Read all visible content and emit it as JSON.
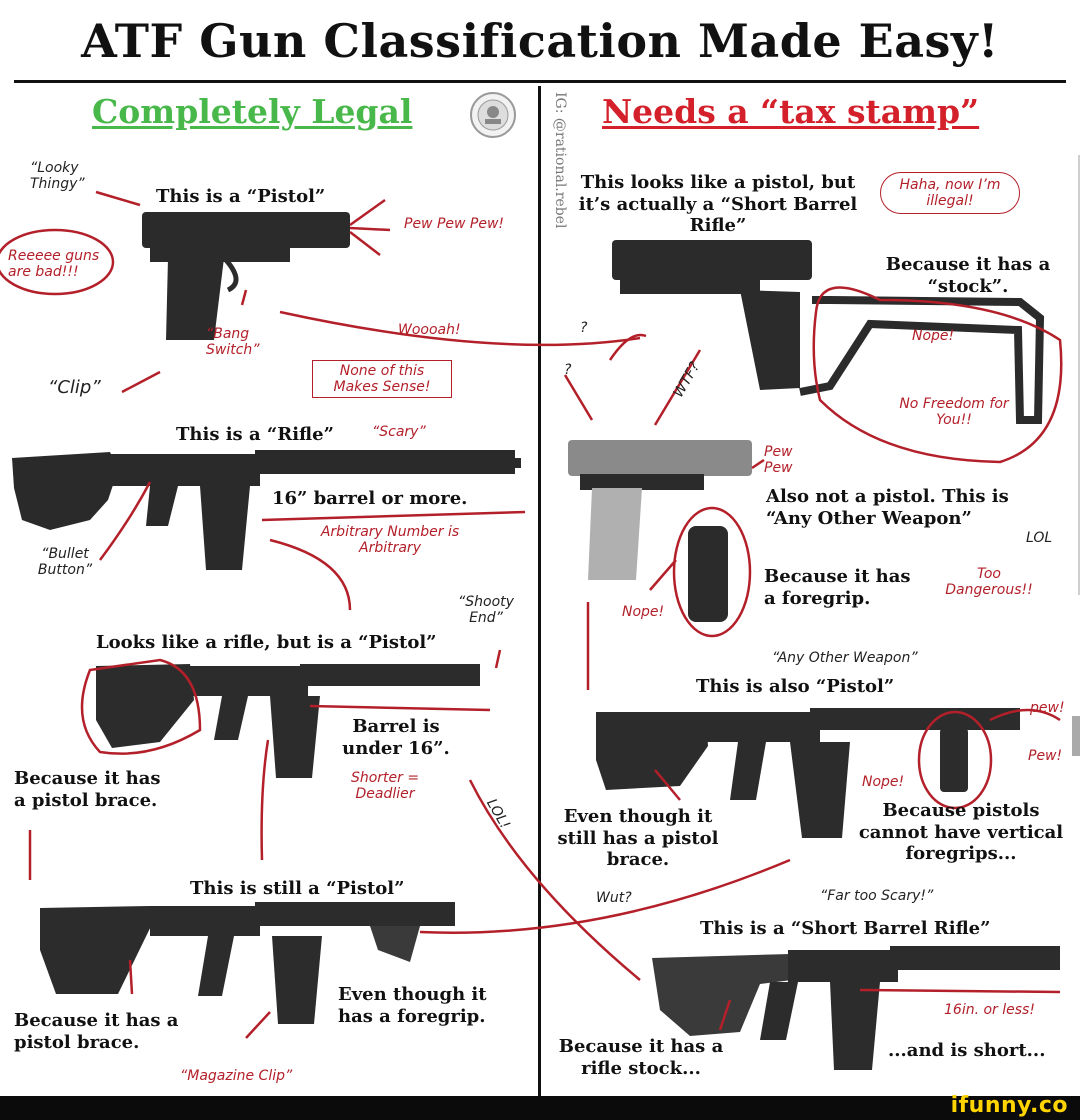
{
  "header": {
    "title": "ATF Gun Classification Made Easy!",
    "left_heading": "Completely Legal",
    "right_heading": "Needs a “tax stamp”",
    "watermark": "IG: @rational.rebel"
  },
  "left": {
    "pistol": {
      "caption": "This is a “Pistol”",
      "notes": {
        "looky_thingy": "“Looky Thingy”",
        "reeee": "Reeeee guns are bad!!!",
        "pew": "Pew Pew Pew!",
        "bang_switch": "“Bang Switch”",
        "clip": "“Clip”",
        "woooah": "Woooah!",
        "none_sense": "None of this Makes Sense!"
      }
    },
    "rifle": {
      "caption": "This is a “Rifle”",
      "scary": "“Scary”",
      "barrel": "16” barrel or more.",
      "arbitrary": "Arbitrary Number is Arbitrary",
      "bullet_button": "“Bullet Button”",
      "shooty_end": "“Shooty End”"
    },
    "ar_pistol": {
      "caption": "Looks like a rifle, but is a “Pistol”",
      "barrel": "Barrel is under 16”.",
      "brace": "Because it has a pistol brace.",
      "shorter": "Shorter = Deadlier",
      "lol": "LOL!"
    },
    "ar_pistol_foregrip": {
      "caption": "This is still a “Pistol”",
      "foregrip": "Even though it has a foregrip.",
      "brace": "Because it has a pistol brace.",
      "magazine_clip": "“Magazine Clip”"
    }
  },
  "right": {
    "sbr_pistol": {
      "caption": "This looks like a pistol, but it’s actually a “Short Barrel Rifle”",
      "haha": "Haha, now I’m illegal!",
      "stock": "Because it has a “stock”.",
      "nope": "Nope!",
      "no_freedom": "No Freedom for You!!",
      "q1": "?",
      "q2": "?",
      "wtf": "WTF?"
    },
    "aow_pistol": {
      "pew": "Pew Pew",
      "caption": "Also not a pistol. This is “Any Other Weapon”",
      "lol": "LOL",
      "foregrip": "Because it has a foregrip.",
      "too_dangerous": "Too Dangerous!!",
      "nope": "Nope!"
    },
    "aow_ar": {
      "any_other": "“Any Other Weapon”",
      "caption": "This is also “Pistol”",
      "pew": "pew!",
      "pew2": "Pew!",
      "nope": "Nope!",
      "brace": "Even though it still has a pistol brace.",
      "vertical": "Because pistols cannot have vertical foregrips...",
      "wut": "Wut?"
    },
    "sbr_ar": {
      "far_scary": "“Far too Scary!”",
      "caption": "This is a “Short Barrel Rifle”",
      "less": "16in. or less!",
      "stock": "Because it has a rifle stock...",
      "short": "...and is short..."
    }
  },
  "footer": {
    "logo": "ifunny.co"
  },
  "colors": {
    "legal_green": "#49b84a",
    "stamp_red": "#d4202a",
    "ink_red": "#b3202a",
    "footer_yellow": "#ffd400"
  }
}
